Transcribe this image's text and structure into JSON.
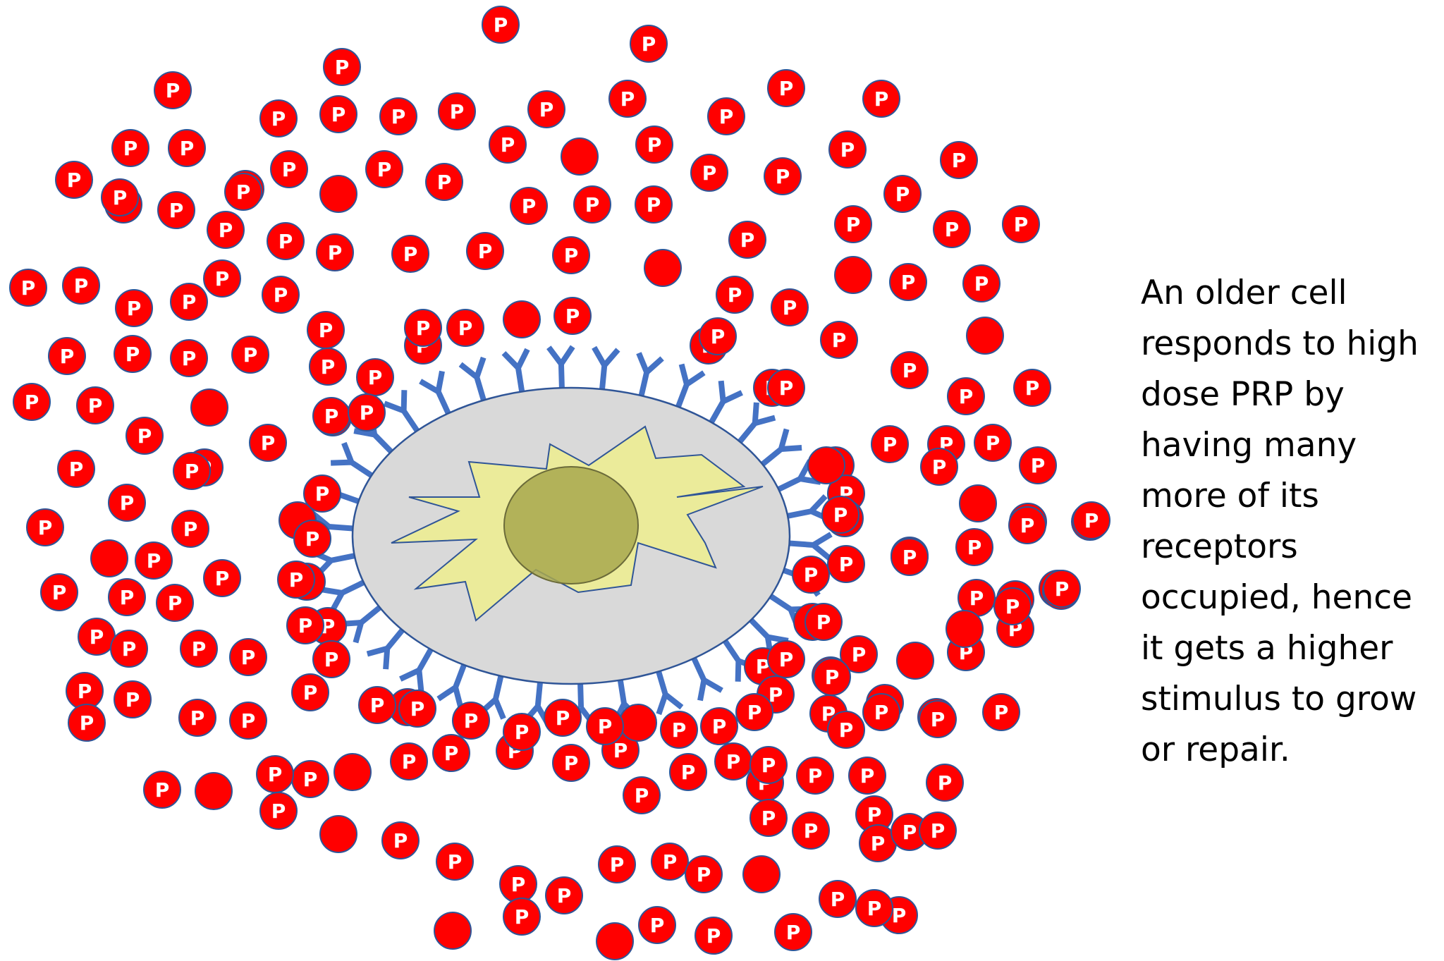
{
  "particle_label": "P",
  "caption_lines": [
    "An older cell",
    "responds to high",
    "dose PRP by",
    "having many",
    "more of its",
    "receptors",
    "occupied, hence",
    "it gets a higher",
    "stimulus to grow",
    "or repair."
  ],
  "colors": {
    "particle": "#ff0000",
    "particle_outline": "#2f5597",
    "receptor": "#4472c4",
    "cell_body": "#d9d9d9",
    "cell_outline": "#2f5597",
    "burst": "#ebeb9a",
    "nucleus": "#a8a84e"
  }
}
